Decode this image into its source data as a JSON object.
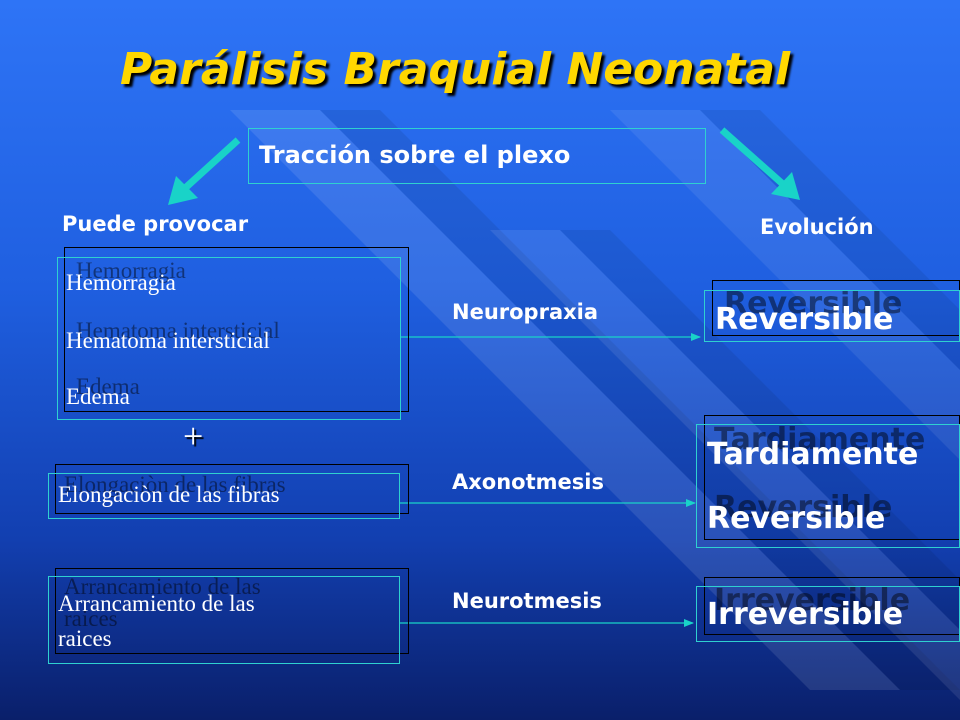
{
  "title": "Parálisis Braquial Neonatal",
  "center_box": "Tracción sobre el plexo",
  "left_heading": "Puede provocar",
  "right_heading": "Evolución",
  "plus": "+",
  "causes_group1": [
    "Hemorragia",
    "Hematoma intersticial",
    "Edema"
  ],
  "causes_group2": "Elongaciòn de las fibras",
  "causes_group3_line1": "Arrancamiento  de las",
  "causes_group3_line2": "raices",
  "lesions": [
    "Neuropraxia",
    "Axonotmesis",
    "Neurotmesis"
  ],
  "outcomes": {
    "reversible": "Reversible",
    "tardiamente": "Tardiamente",
    "reversible2": "Reversible",
    "irreversible": "Irreversible"
  },
  "colors": {
    "title": "#ffd700",
    "arrow": "#19d3c8",
    "box_border": "#2fd0d0"
  }
}
